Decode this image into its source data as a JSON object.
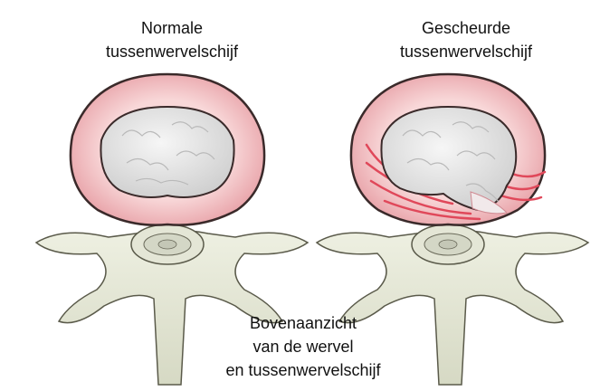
{
  "labels": {
    "normal": [
      "Normale",
      "tussenwervelschijf"
    ],
    "torn": [
      "Gescheurde",
      "tussenwervelschijf"
    ],
    "caption": [
      "Bovenaanzicht",
      "van de wervel",
      "en tussenwervelschijf"
    ]
  },
  "colors": {
    "annulus": "#f4c4c6",
    "annulus_outline": "#3a2a2a",
    "tear": "#e0485a",
    "nucleus": "#e9e9e9",
    "bone": "#e6e8d8",
    "bone_outline": "#5a5a4a"
  }
}
